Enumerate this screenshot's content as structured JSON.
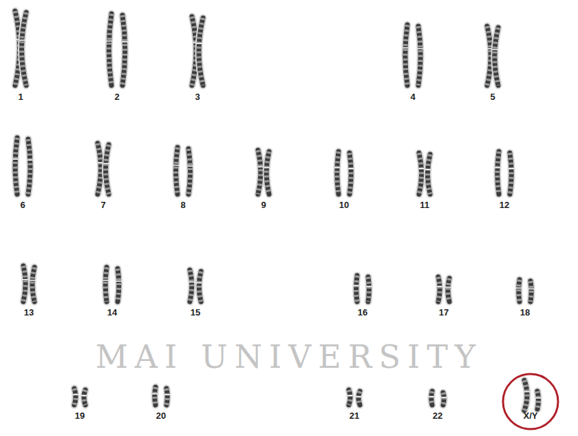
{
  "diagram": {
    "nodes": [
      {
        "text": [
          "X/Y"
        ]
      }
    ],
    "labels": [
      "1",
      "2",
      "3",
      "4",
      "5",
      "6",
      "7",
      "8",
      "9",
      "10",
      "11",
      "12",
      "13",
      "14",
      "15",
      "16",
      "17",
      "18",
      "19",
      "20",
      "21",
      "22",
      "MAI UNIVERSITY"
    ]
  }
}
